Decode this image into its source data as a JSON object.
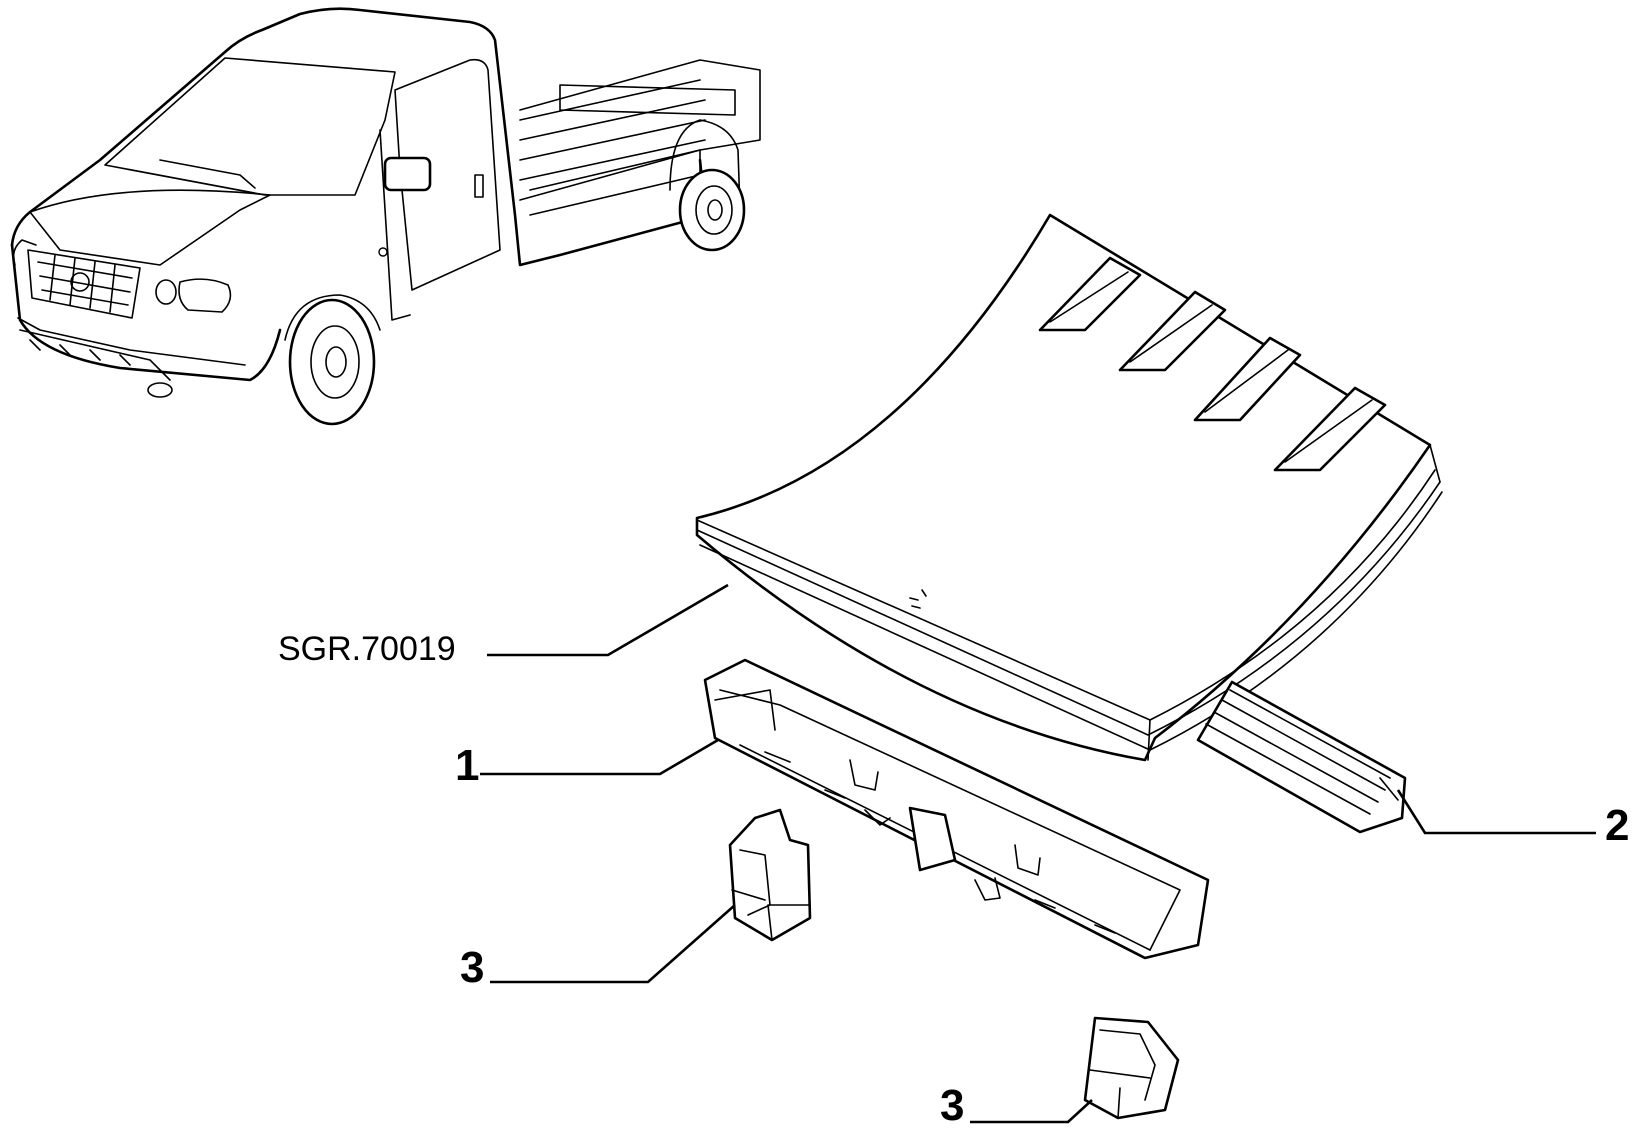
{
  "diagram": {
    "reference_code": "SGR.70019",
    "callouts": [
      {
        "id": "callout-1",
        "label": "1"
      },
      {
        "id": "callout-2",
        "label": "2"
      },
      {
        "id": "callout-3a",
        "label": "3"
      },
      {
        "id": "callout-3b",
        "label": "3"
      }
    ]
  }
}
